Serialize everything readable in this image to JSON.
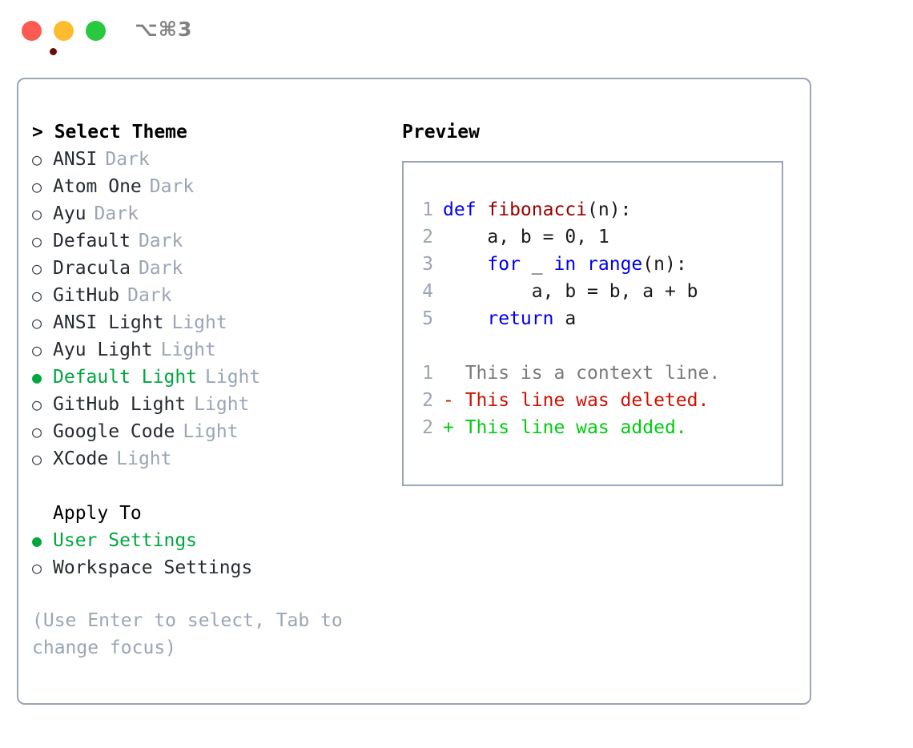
{
  "titlebar": {
    "shortcut": "⌥⌘3",
    "buttons": [
      {
        "name": "close",
        "color": "#fd5b52"
      },
      {
        "name": "minimize",
        "color": "#fdbc2e"
      },
      {
        "name": "maximize",
        "color": "#28c83f"
      }
    ],
    "recording_dot_color": "#6b0b07"
  },
  "theme_panel": {
    "header": "> Select Theme",
    "options": [
      {
        "marker": "○",
        "label": "ANSI",
        "tag": "Dark",
        "selected": false
      },
      {
        "marker": "○",
        "label": "Atom One",
        "tag": "Dark",
        "selected": false
      },
      {
        "marker": "○",
        "label": "Ayu",
        "tag": "Dark",
        "selected": false
      },
      {
        "marker": "○",
        "label": "Default",
        "tag": "Dark",
        "selected": false
      },
      {
        "marker": "○",
        "label": "Dracula",
        "tag": "Dark",
        "selected": false
      },
      {
        "marker": "○",
        "label": "GitHub",
        "tag": "Dark",
        "selected": false
      },
      {
        "marker": "○",
        "label": "ANSI Light",
        "tag": "Light",
        "selected": false
      },
      {
        "marker": "○",
        "label": "Ayu Light",
        "tag": "Light",
        "selected": false
      },
      {
        "marker": "●",
        "label": "Default Light",
        "tag": "Light",
        "selected": true
      },
      {
        "marker": "○",
        "label": "GitHub Light",
        "tag": "Light",
        "selected": false
      },
      {
        "marker": "○",
        "label": "Google Code",
        "tag": "Light",
        "selected": false
      },
      {
        "marker": "○",
        "label": "XCode",
        "tag": "Light",
        "selected": false
      }
    ]
  },
  "apply_to": {
    "header": "Apply To",
    "options": [
      {
        "marker": "●",
        "label": "User Settings",
        "selected": true
      },
      {
        "marker": "○",
        "label": "Workspace Settings",
        "selected": false
      }
    ]
  },
  "hint": "(Use Enter to select, Tab to change focus)",
  "preview": {
    "title": "Preview",
    "code_lines": [
      {
        "num": "1",
        "tokens": [
          {
            "t": "def ",
            "k": "kw"
          },
          {
            "t": "fibonacci",
            "k": "fn"
          },
          {
            "t": "(n):",
            "k": "plain"
          }
        ]
      },
      {
        "num": "2",
        "tokens": [
          {
            "t": "    a, b = 0, 1",
            "k": "plain"
          }
        ]
      },
      {
        "num": "3",
        "tokens": [
          {
            "t": "    ",
            "k": "plain"
          },
          {
            "t": "for",
            "k": "kw"
          },
          {
            "t": " _ ",
            "k": "plain"
          },
          {
            "t": "in",
            "k": "kw"
          },
          {
            "t": " ",
            "k": "plain"
          },
          {
            "t": "range",
            "k": "kw"
          },
          {
            "t": "(n):",
            "k": "plain"
          }
        ]
      },
      {
        "num": "4",
        "tokens": [
          {
            "t": "        a, b = b, a + b",
            "k": "plain"
          }
        ]
      },
      {
        "num": "5",
        "tokens": [
          {
            "t": "    ",
            "k": "plain"
          },
          {
            "t": "return",
            "k": "kw"
          },
          {
            "t": " a",
            "k": "plain"
          }
        ]
      }
    ],
    "diff_lines": [
      {
        "num": "1",
        "text": "  This is a context line.",
        "kind": "ctx"
      },
      {
        "num": "2",
        "text": "- This line was deleted.",
        "kind": "del"
      },
      {
        "num": "2",
        "text": "+ This line was added.",
        "kind": "add"
      }
    ]
  },
  "colors": {
    "border": "#9aa5b5",
    "accent_green": "#00a63e",
    "tag_gray": "#9aa5b5",
    "keyword_blue": "#0000ee",
    "function_red": "#990000",
    "diff_delete": "#cc1100",
    "diff_add": "#00cc11",
    "diff_context": "#7a7a7a"
  }
}
